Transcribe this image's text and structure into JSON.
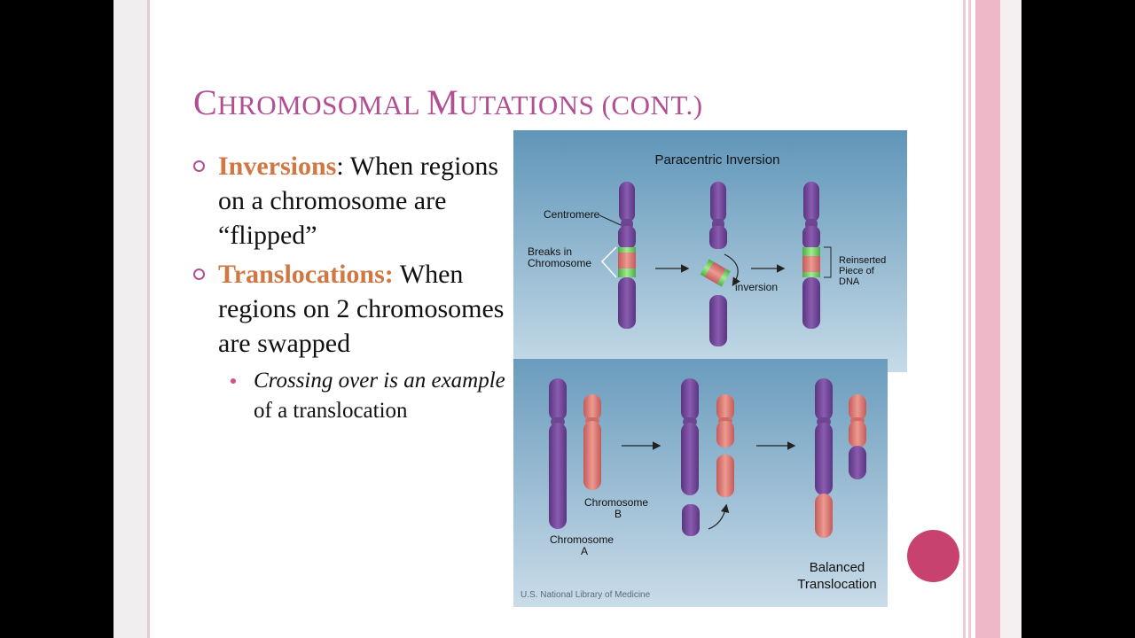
{
  "title": {
    "first": "C",
    "rest1": "HROMOSOMAL ",
    "first2": "M",
    "rest2": "UTATIONS (CONT.)"
  },
  "bullets": [
    {
      "term": "Inversions",
      "text": ": When regions on a chromosome are “flipped”"
    },
    {
      "term": "Translocations:",
      "text": " When regions on 2 chromosomes are swapped"
    }
  ],
  "subbullet": {
    "italic": "Crossing over is an example",
    "text": " of a translocation"
  },
  "figure": {
    "top_title": "Paracentric Inversion",
    "centromere": "Centromere",
    "breaks_line1": "Breaks in",
    "breaks_line2": "Chromosome",
    "inversion": "inversion",
    "reinserted_line1": "Reinserted",
    "reinserted_line2": "Piece of",
    "reinserted_line3": "DNA",
    "chrom_b_line1": "Chromosome",
    "chrom_b_line2": "B",
    "chrom_a_line1": "Chromosome",
    "chrom_a_line2": "A",
    "balanced_line1": "Balanced",
    "balanced_line2": "Translocation",
    "credit": "U.S. National Library of Medicine"
  },
  "colors": {
    "title": "#b24f93",
    "term": "#d07744",
    "accent_circle": "#c8426f",
    "chrom_purple": "#7a4a9e",
    "chrom_pink": "#e07a78",
    "break_green": "#7ed470"
  }
}
